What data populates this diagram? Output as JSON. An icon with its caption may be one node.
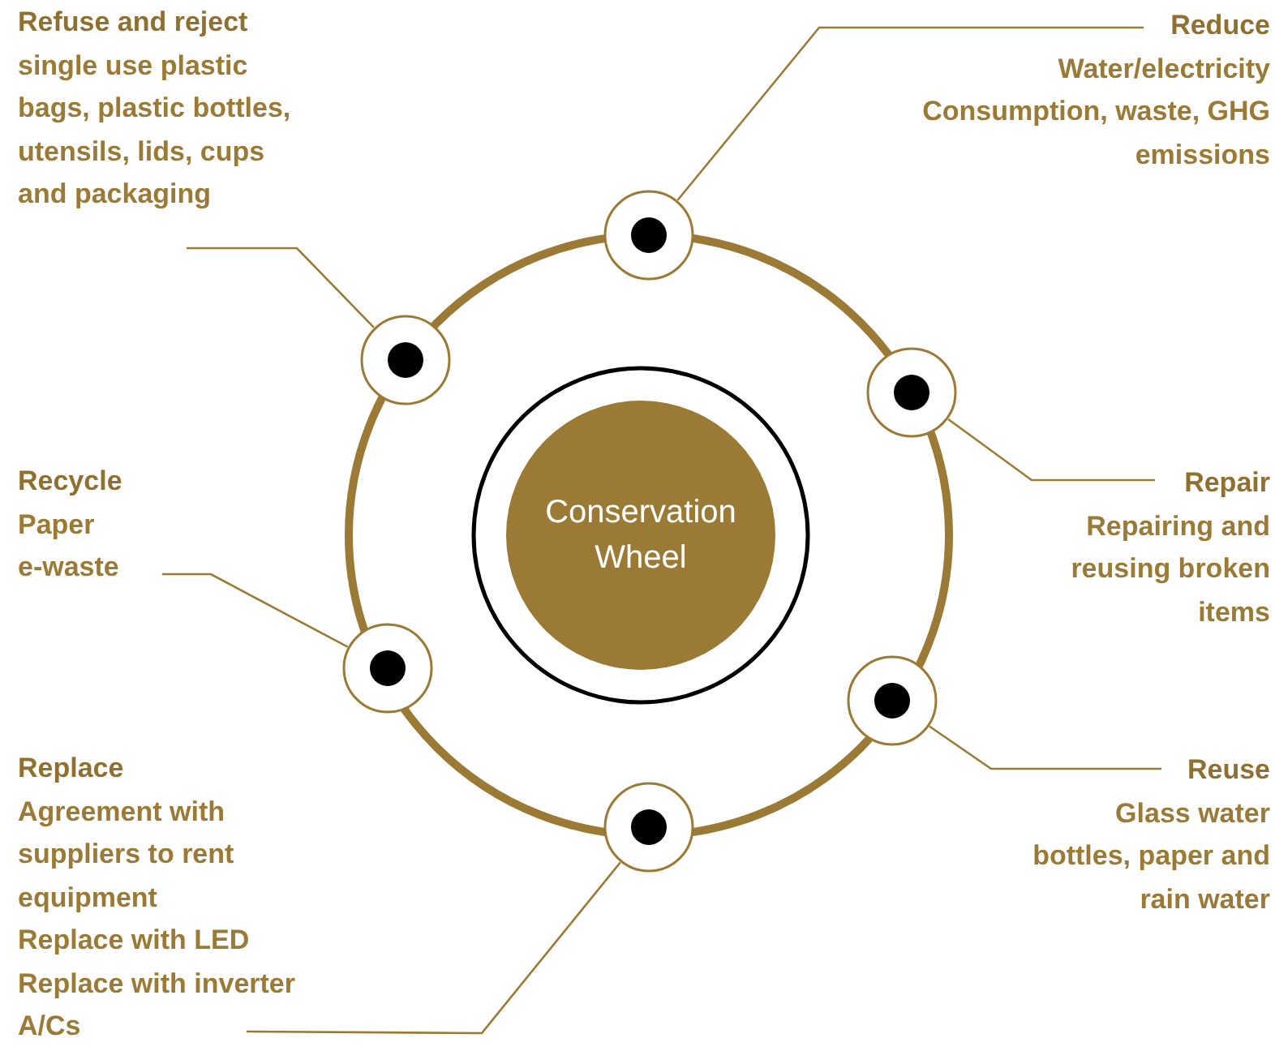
{
  "diagram": {
    "nodes": [
      {
        "text": [
          "Conservation Wheel"
        ]
      },
      {
        "text": [
          "Refuse and reject",
          "single use plastic bags, plastic bottles, utensils, lids, cups and packaging"
        ]
      },
      {
        "text": [
          "Reduce",
          "Water/electricity Consumption, waste, GHG emissions"
        ]
      },
      {
        "text": [
          "Recycle",
          "Paper",
          "e-waste"
        ]
      },
      {
        "text": [
          "Repair",
          "Repairing and reusing broken items"
        ]
      },
      {
        "text": [
          "Replace",
          "Agreement with suppliers to rent equipment",
          "Replace with LED",
          "Replace with inverter A/Cs"
        ]
      },
      {
        "text": [
          "Reuse",
          "Glass water bottles, paper and rain water"
        ]
      },
      {
        "text": [],
        "shape": "circle"
      },
      {
        "text": [],
        "shape": "circle"
      },
      {
        "text": [],
        "shape": "circle"
      },
      {
        "text": [],
        "shape": "circle"
      },
      {
        "text": [],
        "shape": "circle"
      },
      {
        "text": [],
        "shape": "circle"
      }
    ],
    "edges": [
      {
        "from": 1,
        "to": 8,
        "arrow": "none"
      },
      {
        "from": 2,
        "to": 9,
        "arrow": "none"
      },
      {
        "from": 3,
        "to": 7,
        "arrow": "none"
      },
      {
        "from": 4,
        "to": 12,
        "arrow": "none"
      },
      {
        "from": 5,
        "to": 10,
        "arrow": "none"
      },
      {
        "from": 6,
        "to": 11,
        "arrow": "none"
      }
    ]
  }
}
